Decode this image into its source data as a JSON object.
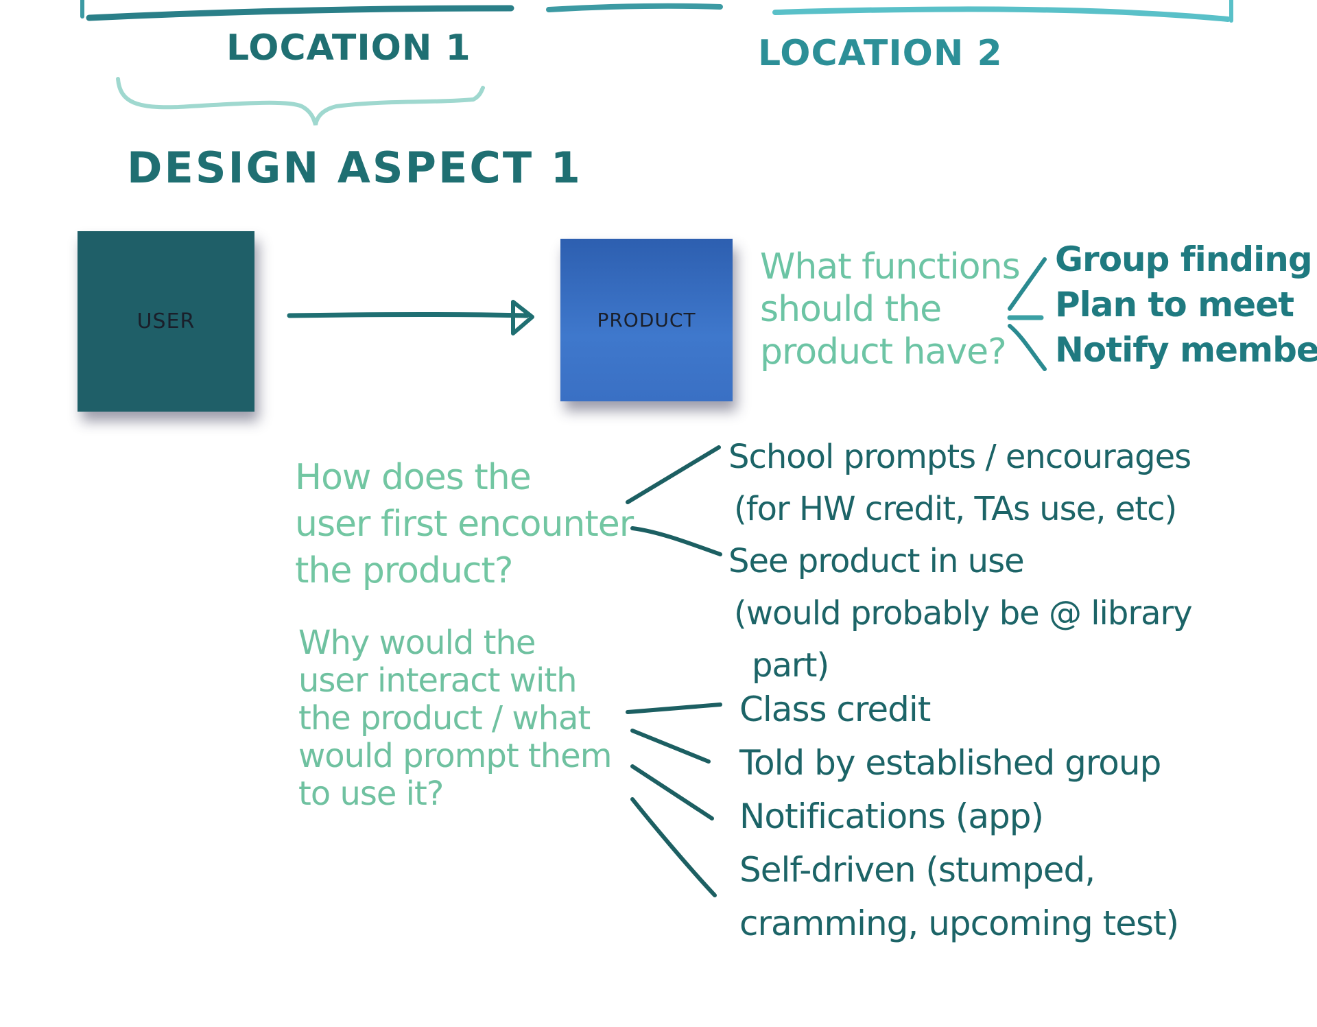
{
  "header": {
    "location_1": "LOCATION 1",
    "location_2": "LOCATION 2",
    "design_aspect": "DESIGN ASPECT 1"
  },
  "nodes": {
    "user": {
      "label": "USER",
      "color": "#1f5f68"
    },
    "product": {
      "label": "PRODUCT",
      "color": "#3a6fc4"
    }
  },
  "colors": {
    "marker_dark": "#1c6467",
    "marker_light": "#6cc4a4",
    "bracket": "#4bb0b8"
  },
  "questions": [
    {
      "lines": [
        "What functions",
        "should the",
        "product have?"
      ],
      "answers": [
        "Group finding",
        "Plan to meet",
        "Notify members"
      ]
    },
    {
      "lines": [
        "How does the",
        "user first encounter",
        "the product?"
      ],
      "answers": [
        [
          "School prompts / encourages",
          "(for HW credit, TAs use, etc)"
        ],
        [
          "See product in use",
          "(would probably be @ library",
          "part)"
        ]
      ]
    },
    {
      "lines": [
        "Why would the",
        "user interact with",
        "the product / what",
        "would prompt them",
        "to use it?"
      ],
      "answers": [
        [
          "Class credit"
        ],
        [
          "Told by established group"
        ],
        [
          "Notifications (app)"
        ],
        [
          "Self-driven (stumped,",
          "cramming, upcoming test)"
        ]
      ]
    }
  ]
}
